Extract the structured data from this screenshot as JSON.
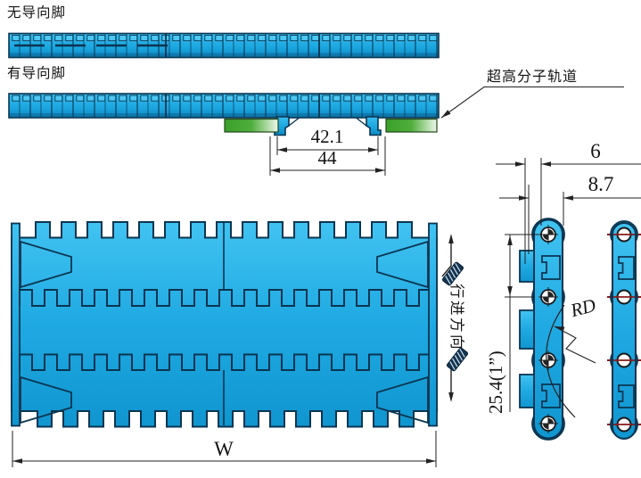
{
  "labels": {
    "no_guide_feet": "无导向脚",
    "with_guide_feet": "有导向脚",
    "uhmw_track": "超高分子轨道",
    "travel_direction": "行进方向"
  },
  "dimensions": {
    "guide_foot_inner_width": "42.1",
    "guide_foot_outer_width": "44",
    "belt_width": "W",
    "top_edge_offset": "6",
    "side_offset": "8.7",
    "pitch": "25.4(1”)",
    "back_flex_radius": "RD"
  },
  "colors": {
    "belt_cyan": "#1ca6e0",
    "belt_cyan_light": "#41c3f1",
    "belt_cyan_dark": "#0f90c9",
    "outline_navy": "#0a3550",
    "rail_green": "#3aa02a",
    "rail_green_light": "#eef7ea",
    "centerline_red": "#8a1a1a",
    "dimension_line": "#222222",
    "hatch_block_navy": "#16344e"
  }
}
